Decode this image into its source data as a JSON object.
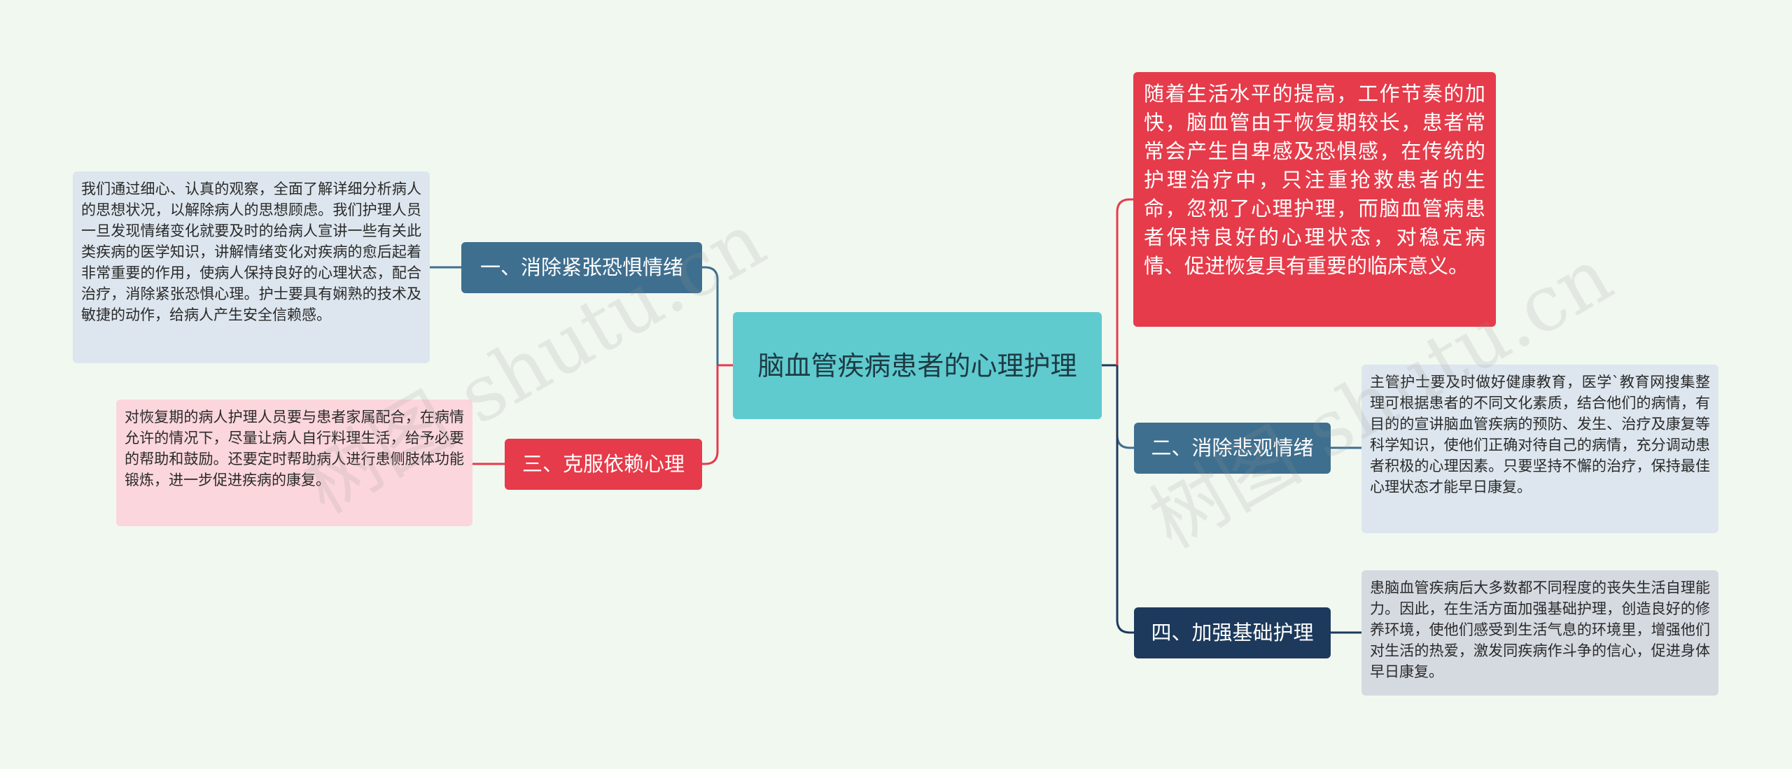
{
  "colors": {
    "background": "#f1f8f0",
    "center": "#5fcbcf",
    "branch_blue": "#3f6f8f",
    "branch_red": "#e63b4a",
    "branch_navy": "#1d3a5c",
    "leaf_blue": "#dde6ee",
    "leaf_pink": "#fbd6dc"
  },
  "center": {
    "title": "脑血管疾病患者的心理护理"
  },
  "intro": {
    "text": "随着生活水平的提高，工作节奏的加快，脑血管由于恢复期较长，患者常常会产生自卑感及恐惧感，在传统的护理治疗中，只注重抢救患者的生命，忽视了心理护理，而脑血管病患者保持良好的心理状态，对稳定病情、促进恢复具有重要的临床意义。"
  },
  "branches": [
    {
      "label": "一、消除紧张恐惧情绪",
      "detail": "我们通过细心、认真的观察，全面了解详细分析病人的思想状况，以解除病人的思想顾虑。我们护理人员一旦发现情绪变化就要及时的给病人宣讲一些有关此类疾病的医学知识，讲解情绪变化对疾病的愈后起着非常重要的作用，使病人保持良好的心理状态，配合治疗，消除紧张恐惧心理。护士要具有娴熟的技术及敏捷的动作，给病人产生安全信赖感。"
    },
    {
      "label": "二、消除悲观情绪",
      "detail": "主管护士要及时做好健康教育，医学`教育网搜集整理可根据患者的不同文化素质，结合他们的病情，有目的的宣讲脑血管疾病的预防、发生、治疗及康复等科学知识，使他们正确对待自己的病情，充分调动患者积极的心理因素。只要坚持不懈的治疗，保持最佳心理状态才能早日康复。"
    },
    {
      "label": "三、克服依赖心理",
      "detail": "对恢复期的病人护理人员要与患者家属配合，在病情允许的情况下，尽量让病人自行料理生活，给予必要的帮助和鼓励。还要定时帮助病人进行患侧肢体功能锻炼，进一步促进疾病的康复。"
    },
    {
      "label": "四、加强基础护理",
      "detail": "患脑血管疾病后大多数都不同程度的丧失生活自理能力。因此，在生活方面加强基础护理，创造良好的修养环境，使他们感受到生活气息的环境里，增强他们对生活的热爱，激发同疾病作斗争的信心，促进身体早日康复。"
    }
  ],
  "watermark": {
    "text": "树图 shutu.cn"
  }
}
